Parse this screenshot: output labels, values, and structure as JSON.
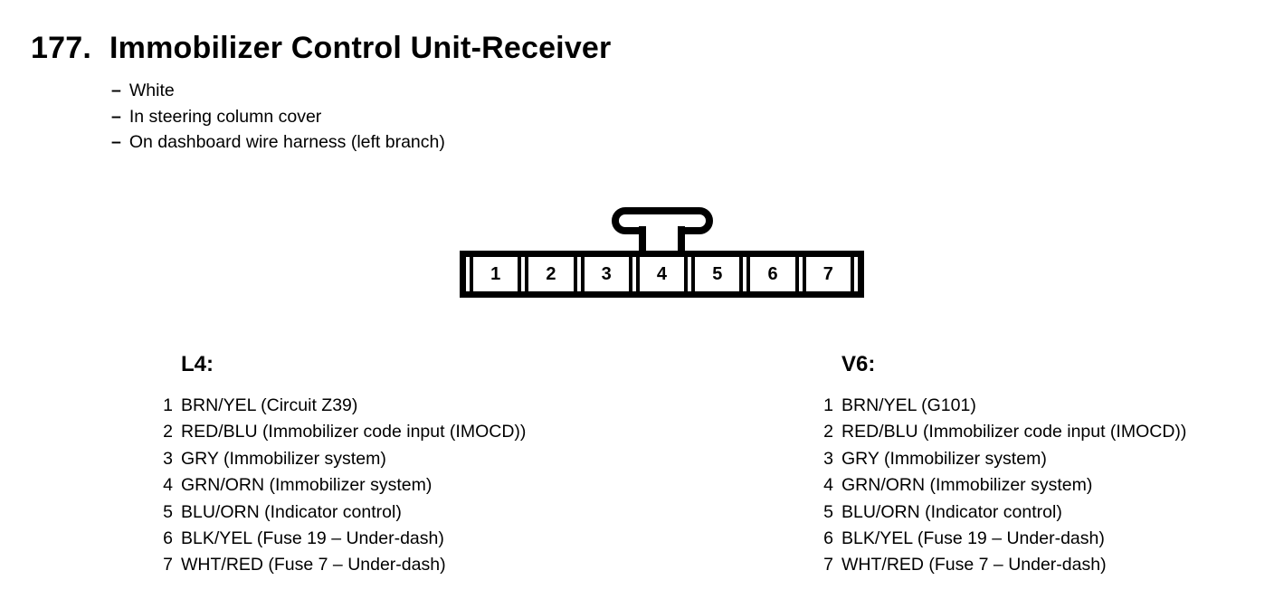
{
  "page": {
    "item_number": "177.",
    "title": "Immobilizer Control Unit-Receiver",
    "note_dash": "–",
    "notes": [
      "White",
      "In steering column cover",
      "On dashboard wire harness (left branch)"
    ]
  },
  "connector": {
    "pins": [
      "1",
      "2",
      "3",
      "4",
      "5",
      "6",
      "7"
    ]
  },
  "columns": [
    {
      "heading": "L4:",
      "pins": [
        {
          "num": "1",
          "desc": "BRN/YEL (Circuit Z39)"
        },
        {
          "num": "2",
          "desc": "RED/BLU (Immobilizer code input (IMOCD))"
        },
        {
          "num": "3",
          "desc": "GRY (Immobilizer system)"
        },
        {
          "num": "4",
          "desc": "GRN/ORN (Immobilizer system)"
        },
        {
          "num": "5",
          "desc": "BLU/ORN (Indicator control)"
        },
        {
          "num": "6",
          "desc": "BLK/YEL (Fuse 19 – Under-dash)"
        },
        {
          "num": "7",
          "desc": "WHT/RED (Fuse 7 – Under-dash)"
        }
      ]
    },
    {
      "heading": "V6:",
      "pins": [
        {
          "num": "1",
          "desc": "BRN/YEL (G101)"
        },
        {
          "num": "2",
          "desc": "RED/BLU (Immobilizer code input (IMOCD))"
        },
        {
          "num": "3",
          "desc": "GRY (Immobilizer system)"
        },
        {
          "num": "4",
          "desc": "GRN/ORN (Immobilizer system)"
        },
        {
          "num": "5",
          "desc": "BLU/ORN (Indicator control)"
        },
        {
          "num": "6",
          "desc": "BLK/YEL (Fuse 19 – Under-dash)"
        },
        {
          "num": "7",
          "desc": "WHT/RED (Fuse 7 – Under-dash)"
        }
      ]
    }
  ],
  "colors": {
    "ink": "#000000",
    "paper": "#ffffff"
  }
}
